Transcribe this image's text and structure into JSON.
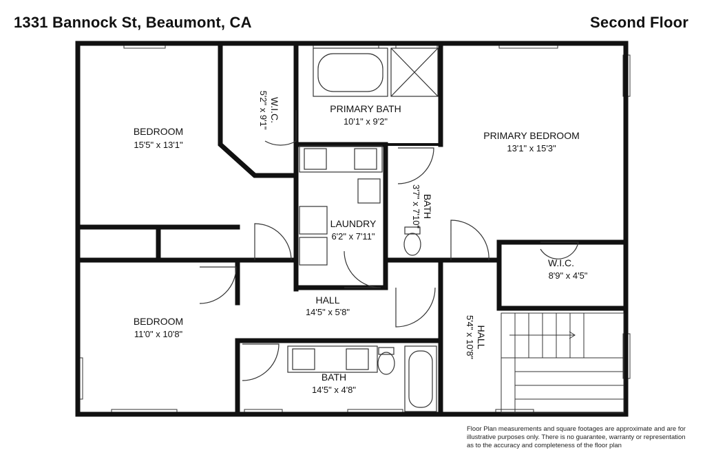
{
  "header": {
    "address": "1331 Bannock St, Beaumont, CA",
    "floor": "Second Floor"
  },
  "rooms": {
    "bedroom_1": {
      "name": "BEDROOM",
      "dims": "15'5\" x 13'1\""
    },
    "wic_1": {
      "name": "W.I.C.",
      "dims": "5'2\" x 9'1\""
    },
    "primary_bath": {
      "name": "PRIMARY BATH",
      "dims": "10'1\" x 9'2\""
    },
    "primary_bedroom": {
      "name": "PRIMARY BEDROOM",
      "dims": "13'1\" x 15'3\""
    },
    "laundry": {
      "name": "LAUNDRY",
      "dims": "6'2\" x 7'11\""
    },
    "bath_small": {
      "name": "BATH",
      "dims": "3'7\" x 7'10\""
    },
    "wic_2": {
      "name": "W.I.C.",
      "dims": "8'9\" x 4'5\""
    },
    "hall_1": {
      "name": "HALL",
      "dims": "14'5\" x 5'8\""
    },
    "hall_2": {
      "name": "HALL",
      "dims": "5'4\" x 10'8\""
    },
    "bedroom_2": {
      "name": "BEDROOM",
      "dims": "11'0\" x 10'8\""
    },
    "bath_main": {
      "name": "BATH",
      "dims": "14'5\" x 4'8\""
    }
  },
  "disclaimer": "Floor Plan measurements and square footages are approximate and are for illustrative purposes only. There is no guarantee, warranty or representation as to the accuracy and completeness of the floor plan"
}
